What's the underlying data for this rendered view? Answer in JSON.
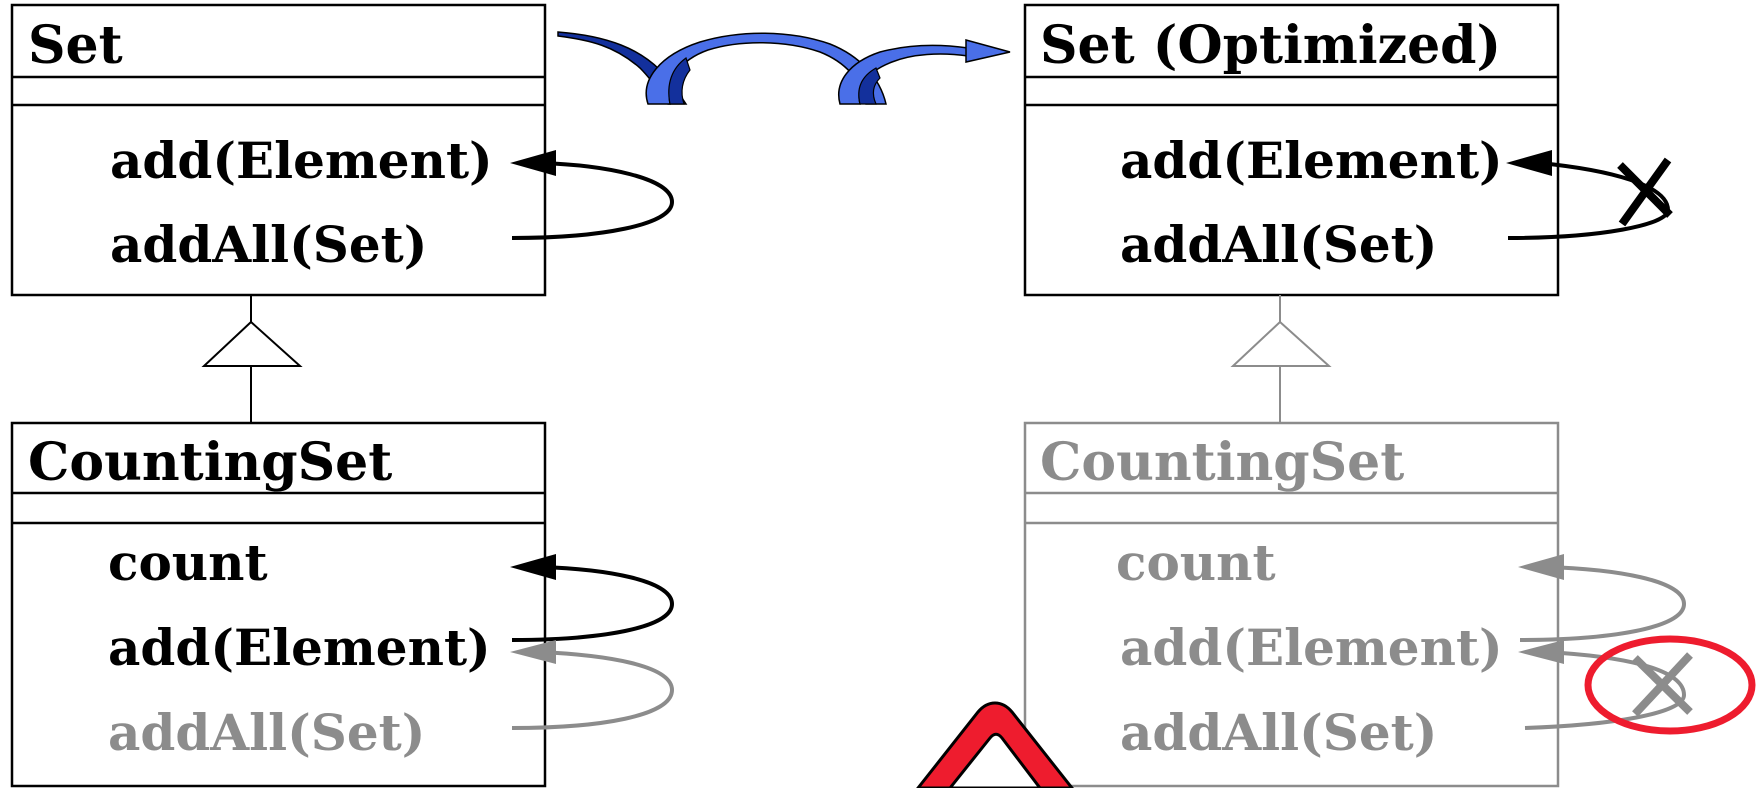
{
  "colors": {
    "ink": "#000000",
    "muted": "#8c8c8c",
    "transform_arrow": "#4a6fe8",
    "transform_arrow_dark": "#13309c",
    "warning": "#ee1c2e"
  },
  "left": {
    "set_class": {
      "title": "Set",
      "members": [
        "add(Element)",
        "addAll(Set)"
      ]
    },
    "counting_class": {
      "title": "CountingSet",
      "members": [
        "count",
        "add(Element)",
        "addAll(Set)"
      ]
    }
  },
  "right": {
    "set_class": {
      "title": "Set (Optimized)",
      "members": [
        "add(Element)",
        "addAll(Set)"
      ]
    },
    "counting_class": {
      "title": "CountingSet",
      "members": [
        "count",
        "add(Element)",
        "addAll(Set)"
      ]
    }
  },
  "icons": {
    "transform": "curved-transform-arrow-icon",
    "inherit": "inheritance-triangle-icon",
    "broken_call": "cross-mark-icon",
    "error_mark": "circled-cross-icon",
    "warning": "warning-triangle-icon"
  }
}
